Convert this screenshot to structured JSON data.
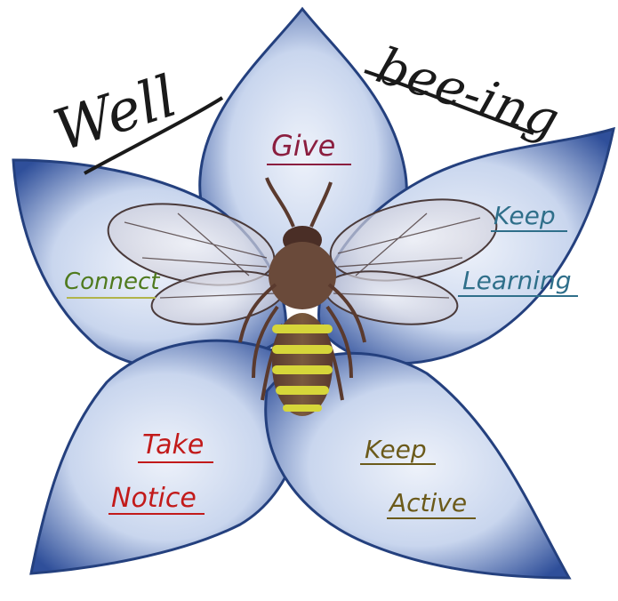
{
  "title": {
    "word1": "Well",
    "word2": "bee-ing"
  },
  "petals": [
    {
      "id": "give",
      "lines": [
        "Give"
      ],
      "color": "#8b1e3f"
    },
    {
      "id": "keep-learning",
      "lines": [
        "Keep",
        "Learning"
      ],
      "color": "#2f6f8a"
    },
    {
      "id": "connect",
      "lines": [
        "Connect"
      ],
      "color": "#4f7a1d"
    },
    {
      "id": "take-notice",
      "lines": [
        "Take",
        "Notice"
      ],
      "color": "#c21a1a"
    },
    {
      "id": "keep-active",
      "lines": [
        "Keep",
        "Active"
      ],
      "color": "#6b5a1a"
    }
  ],
  "colors": {
    "petal_fill": "#dbe6f5",
    "petal_edge": "#2c4c95",
    "bee_body": "#5a3a2e",
    "bee_stripe": "#d6d63a",
    "bee_wing": "#e8e8ee"
  }
}
